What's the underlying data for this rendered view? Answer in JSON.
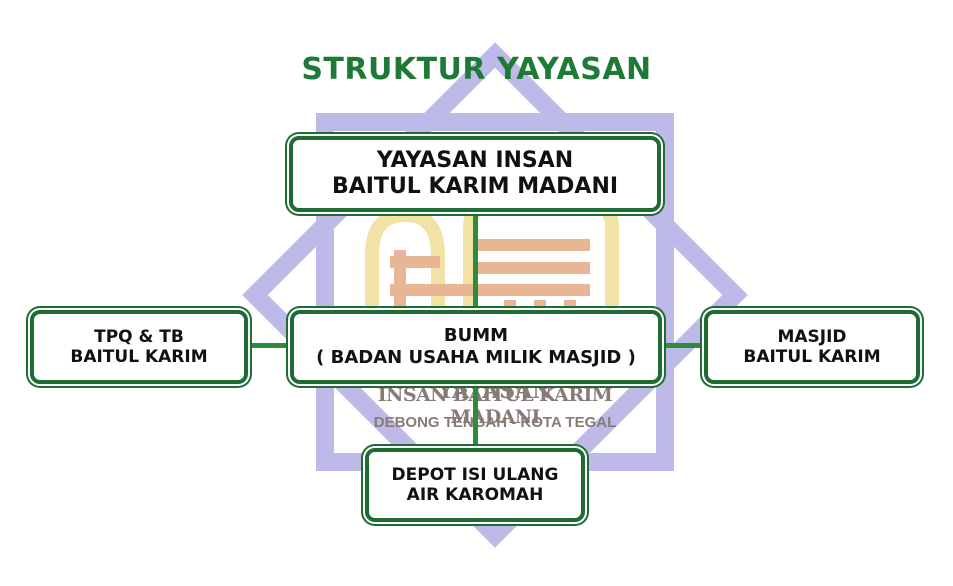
{
  "title": "STRUKTUR YAYASAN",
  "nodes": {
    "top": {
      "line1": "YAYASAN INSAN",
      "line2": "BAITUL KARIM MADANI"
    },
    "left": {
      "line1": "TPQ & TB",
      "line2": "BAITUL KARIM"
    },
    "center": {
      "line1": "BUMM",
      "line2": "( BADAN USAHA MILIK MASJID )"
    },
    "right": {
      "line1": "MASJID",
      "line2": "BAITUL KARIM"
    },
    "bottom": {
      "line1": "DEPOT ISI ULANG",
      "line2": "AIR KAROMAH"
    }
  },
  "watermark": {
    "line1": "YAYASAN",
    "line2": "INSAN BAITUL KARIM MADANI",
    "line3": "DEBONG TENGAH - KOTA TEGAL"
  },
  "colors": {
    "title": "#1f7a37",
    "border": "#1e6b34",
    "connector": "#2e8b3e",
    "star": "#b9b6e6"
  }
}
